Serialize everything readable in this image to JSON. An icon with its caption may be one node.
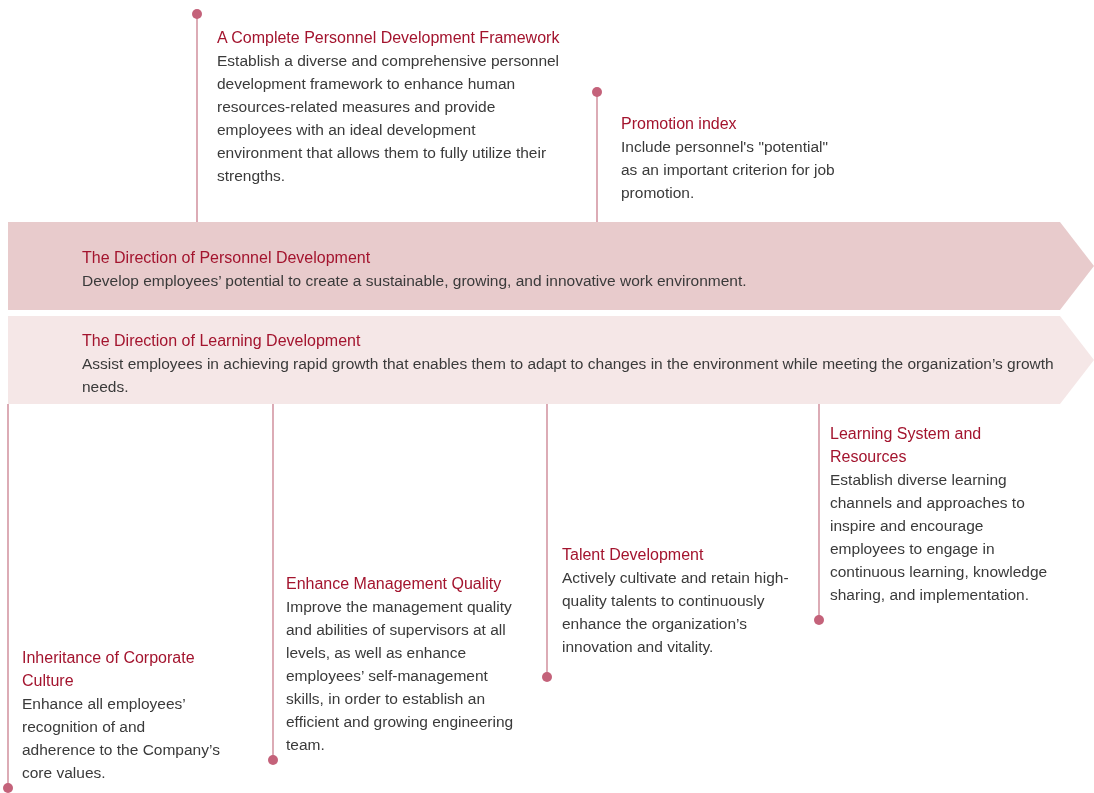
{
  "diagram": {
    "nodes": [
      {
        "text": [
          "A Complete Personnel Development Framework",
          "Establish a diverse and comprehensive personnel development framework to enhance human resources-related measures and provide employees with an ideal development environment that allows them to fully utilize their strengths."
        ]
      },
      {
        "text": [
          "Promotion index",
          "Include personnel's \"potential\" as an important criterion for job promotion."
        ]
      },
      {
        "text": [
          "The Direction of Personnel Development",
          "Develop employees’ potential to create a sustainable, growing, and innovative work environment."
        ]
      },
      {
        "text": [
          "The Direction of Learning Development",
          "Assist employees in achieving rapid growth that enables them to adapt to changes in the environment while meeting the organization’s growth needs."
        ]
      },
      {
        "text": [
          "Inheritance of Corporate Culture",
          "Enhance all employees’ recognition of and adherence to the Company’s core values."
        ]
      },
      {
        "text": [
          "Enhance Management Quality",
          "Improve the management quality and abilities of supervisors at all levels, as well as enhance employees’ self-management skills, in order to establish an efficient and growing engineering team."
        ]
      },
      {
        "text": [
          "Talent Development",
          "Actively cultivate and retain high-quality talents to continuously enhance the organization’s innovation and vitality."
        ]
      },
      {
        "text": [
          "Learning System and Resources",
          "Establish diverse learning channels and approaches to inspire and encourage employees to engage in continuous learning, knowledge sharing, and implementation."
        ]
      }
    ],
    "edges": [
      {
        "from": 0,
        "to": 2,
        "arrow": "other"
      },
      {
        "from": 1,
        "to": 2,
        "arrow": "other"
      },
      {
        "from": 4,
        "to": 3,
        "arrow": "other"
      },
      {
        "from": 5,
        "to": 3,
        "arrow": "other"
      },
      {
        "from": 6,
        "to": 3,
        "arrow": "other"
      },
      {
        "from": 7,
        "to": 3,
        "arrow": "other"
      }
    ]
  }
}
